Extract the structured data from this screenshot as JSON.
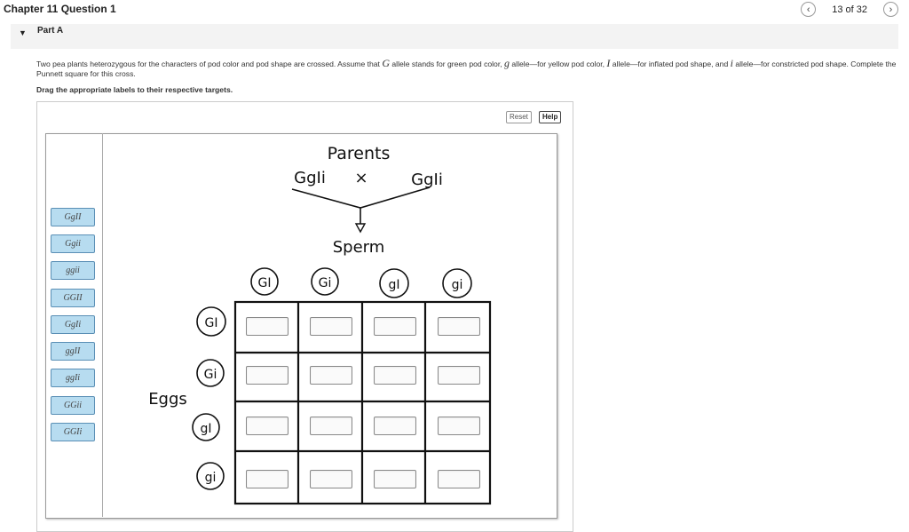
{
  "header": {
    "chapter_title": "Chapter 11 Question 1",
    "position": "13 of 32",
    "prev_icon": "chevron-left-icon",
    "next_icon": "chevron-right-icon"
  },
  "part": {
    "label": "Part A"
  },
  "question": {
    "t1": "Two pea plants heterozygous for the characters of pod color and pod shape are crossed. Assume that ",
    "v1": "G",
    "t2": " allele stands for green pod color, ",
    "v2": "g",
    "t3": " allele—for yellow pod color, ",
    "v3": "I",
    "t4": " allele—for inflated pod shape, and ",
    "v4": "i",
    "t5": " allele—for constricted pod shape. Complete the Punnett square for this cross."
  },
  "instruction": "Drag the appropriate labels to their respective targets.",
  "toolbar": {
    "reset_label": "Reset",
    "help_label": "Help"
  },
  "labels": [
    "GgII",
    "Ggii",
    "ggii",
    "GGII",
    "GgIi",
    "ggII",
    "ggIi",
    "GGii",
    "GGIi"
  ],
  "diagram": {
    "parents_title": "Parents",
    "parent_left": "GgIi",
    "cross": "×",
    "parent_right": "GgIi",
    "sperm_label": "Sperm",
    "eggs_label": "Eggs",
    "sperm_gametes": [
      "GI",
      "Gi",
      "gI",
      "gi"
    ],
    "egg_gametes": [
      "GI",
      "Gi",
      "gI",
      "gi"
    ]
  }
}
